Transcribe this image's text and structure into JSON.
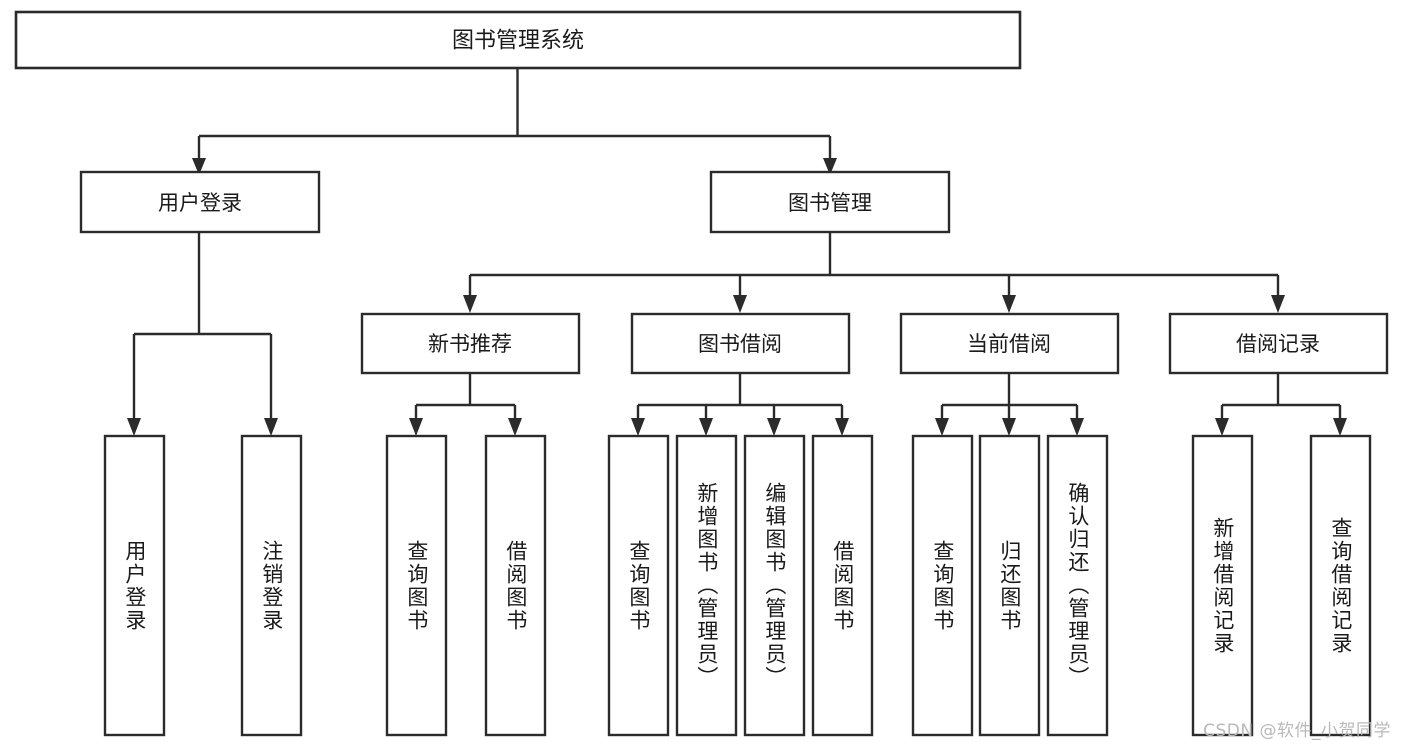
{
  "diagram": {
    "type": "tree",
    "title": "图书管理系统",
    "orientation": "top-down",
    "watermark": "CSDN @软件_小贺同学",
    "colors": {
      "box_stroke": "#2b2b2b",
      "box_fill": "#ffffff",
      "connector": "#2b2b2b",
      "text": "#1a1a1a",
      "watermark": "#b9b9b9",
      "background": "#ffffff"
    },
    "root": {
      "label": "图书管理系统"
    },
    "level2": [
      {
        "label": "用户登录"
      },
      {
        "label": "图书管理"
      }
    ],
    "level3": [
      {
        "label": "新书推荐"
      },
      {
        "label": "图书借阅"
      },
      {
        "label": "当前借阅"
      },
      {
        "label": "借阅记录"
      }
    ],
    "leaves": {
      "user_login": [
        {
          "label": "用户登录"
        },
        {
          "label": "注销登录"
        }
      ],
      "new_book": [
        {
          "label": "查询图书"
        },
        {
          "label": "借阅图书"
        }
      ],
      "book_borrow": [
        {
          "label": "查询图书"
        },
        {
          "label": "新增图书（管理员）"
        },
        {
          "label": "编辑图书（管理员）"
        },
        {
          "label": "借阅图书"
        }
      ],
      "current_borrow": [
        {
          "label": "查询图书"
        },
        {
          "label": "归还图书"
        },
        {
          "label": "确认归还（管理员）"
        }
      ],
      "borrow_record": [
        {
          "label": "新增借阅记录"
        },
        {
          "label": "查询借阅记录"
        }
      ]
    }
  }
}
